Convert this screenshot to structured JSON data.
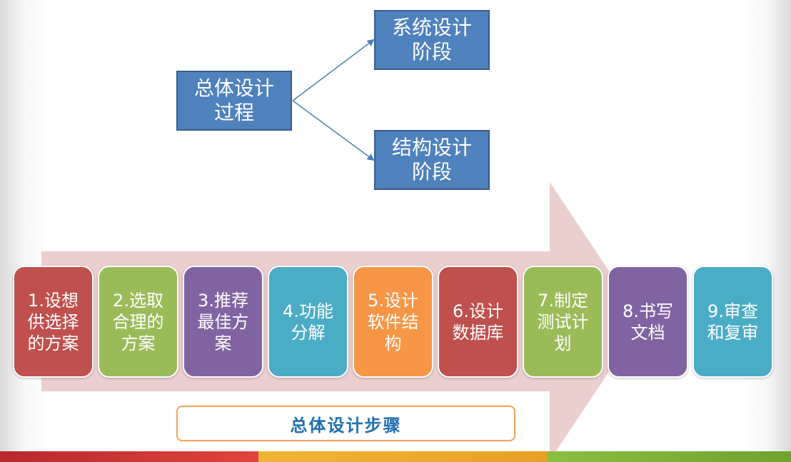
{
  "colors": {
    "box_blue": "#4f81bd",
    "box_blue_border": "#385d8a",
    "big_arrow": "#e9c9c9",
    "caption_text": "#1f6fb2",
    "caption_border": "#f5a25a"
  },
  "flow": {
    "source": "总体设计\n过程",
    "target_top": "系统设计\n阶段",
    "target_bottom": "结构设计\n阶段"
  },
  "steps": [
    {
      "label": "1.设想\n供选择\n的方案",
      "color": "#c0504d"
    },
    {
      "label": "2.选取\n合理的\n方案",
      "color": "#9bbb59"
    },
    {
      "label": "3.推荐\n最佳方\n案",
      "color": "#8064a2"
    },
    {
      "label": "4.功能\n分解",
      "color": "#4bacc6"
    },
    {
      "label": "5.设计\n软件结\n构",
      "color": "#f79646"
    },
    {
      "label": "6.设计\n数据库",
      "color": "#c0504d"
    },
    {
      "label": "7.制定\n测试计\n划",
      "color": "#9bbb59"
    },
    {
      "label": "8.书写\n文档",
      "color": "#8064a2"
    },
    {
      "label": "9.审查\n和复审",
      "color": "#4bacc6"
    }
  ],
  "caption": "总体设计步骤"
}
